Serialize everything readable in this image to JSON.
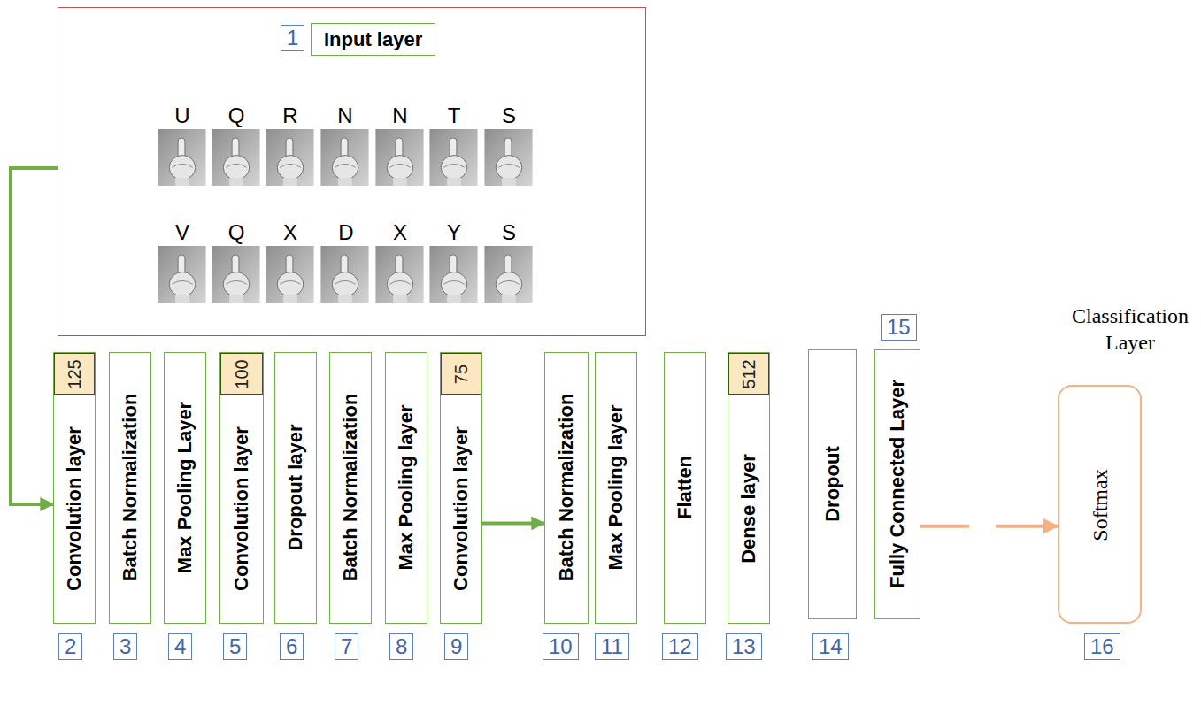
{
  "diagram": {
    "nodes": [
      {
        "text": [
          "U",
          "Q",
          "R",
          "N",
          "N",
          "T",
          "S",
          "V",
          "Q",
          "X",
          "D",
          "X",
          "Y",
          "S"
        ]
      },
      {
        "text": [
          "Input layer"
        ],
        "in": 0
      },
      {
        "text": [
          "Convolution layer",
          "125"
        ]
      },
      {
        "text": [
          "Batch Normalization"
        ]
      },
      {
        "text": [
          "Max Pooling Layer"
        ]
      },
      {
        "text": [
          "Convolution layer",
          "100"
        ]
      },
      {
        "text": [
          "Dropout layer"
        ]
      },
      {
        "text": [
          "Batch Normalization"
        ]
      },
      {
        "text": [
          "Max Pooling layer"
        ]
      },
      {
        "text": [
          "Convolution layer",
          "75"
        ]
      },
      {
        "text": [
          "Batch Normalization"
        ]
      },
      {
        "text": [
          "Max Pooling layer"
        ]
      },
      {
        "text": [
          "Flatten"
        ]
      },
      {
        "text": [
          "Dense layer",
          "512"
        ]
      },
      {
        "text": [
          "Dropout"
        ]
      },
      {
        "text": [
          "Fully Connected Layer"
        ]
      },
      {
        "text": [
          "Classification Layer",
          "Softmax"
        ]
      }
    ],
    "edges": [
      {
        "from": 0,
        "to": 2,
        "arrow": "to"
      },
      {
        "from": 9,
        "to": 10,
        "arrow": "to"
      },
      {
        "from": 15,
        "to": 16,
        "arrow": "to"
      }
    ],
    "labels": [
      "1",
      "2",
      "3",
      "4",
      "5",
      "6",
      "7",
      "8",
      "9",
      "10",
      "11",
      "12",
      "13",
      "14",
      "15",
      "16"
    ]
  }
}
